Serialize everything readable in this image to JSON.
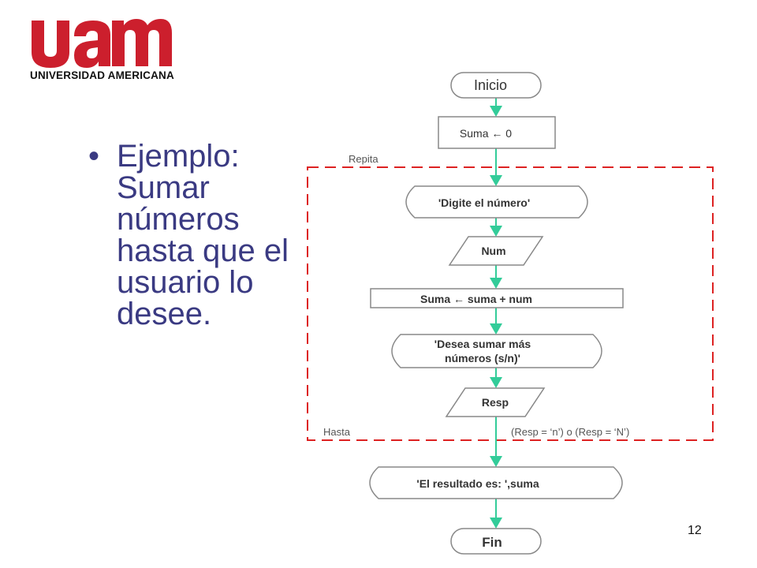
{
  "logo": {
    "letters": "uam",
    "subtitle": "UNIVERSIDAD AMERICANA",
    "color": "#cc1f2d"
  },
  "slide": {
    "bullet_text": "Ejemplo: Sumar números hasta que el usuario lo desee.",
    "page_number": "12"
  },
  "flowchart": {
    "start": "Inicio",
    "init": "Suma ← 0",
    "repeat_label": "Repita",
    "prompt": "'Digite el número'",
    "input_num": "Num",
    "accumulate": "Suma ← suma + num",
    "question_line1": "'Desea sumar más",
    "question_line2": "números (s/n)'",
    "input_resp": "Resp",
    "until_label": "Hasta",
    "until_condition": "(Resp = ‘n’)  o (Resp = ‘N’)",
    "result": "'El resultado es: ',suma",
    "end": "Fin"
  },
  "colors": {
    "arrow": "#33cc99",
    "loop_border": "#dd2222",
    "bullet_text": "#3a3a82"
  }
}
